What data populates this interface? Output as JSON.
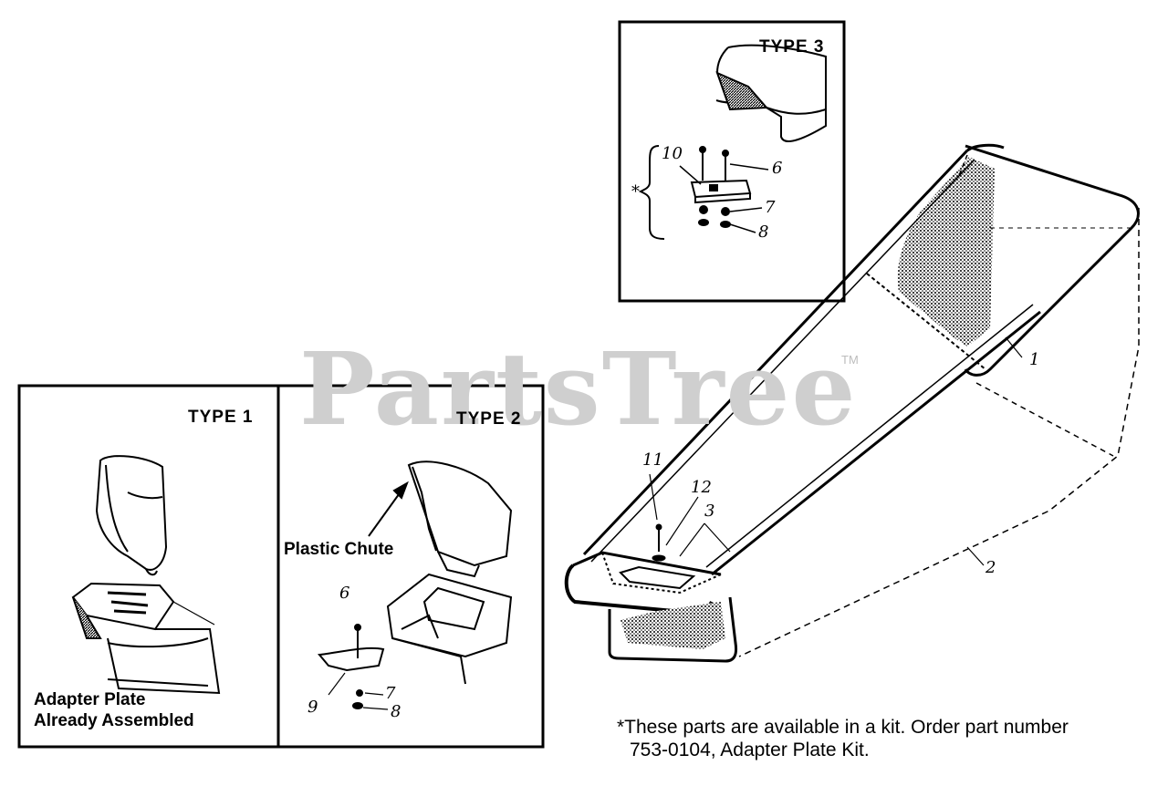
{
  "watermark": {
    "text": "PartsTree",
    "tm": "TM"
  },
  "panels": {
    "type1": {
      "label": "TYPE 1",
      "note_line1": "Adapter Plate",
      "note_line2": "Already Assembled"
    },
    "type2": {
      "label": "TYPE 2",
      "plastic_chute": "Plastic Chute",
      "callouts": [
        "6",
        "7",
        "8",
        "9"
      ]
    },
    "type3": {
      "label": "TYPE 3",
      "callouts": [
        "10",
        "6",
        "7",
        "8"
      ],
      "kit_marker": "*"
    }
  },
  "bag_callouts": [
    "1",
    "2",
    "3",
    "11",
    "12"
  ],
  "footnote": {
    "line1": "*These parts are available in a kit. Order part number",
    "line2": "753-0104, Adapter Plate Kit."
  }
}
